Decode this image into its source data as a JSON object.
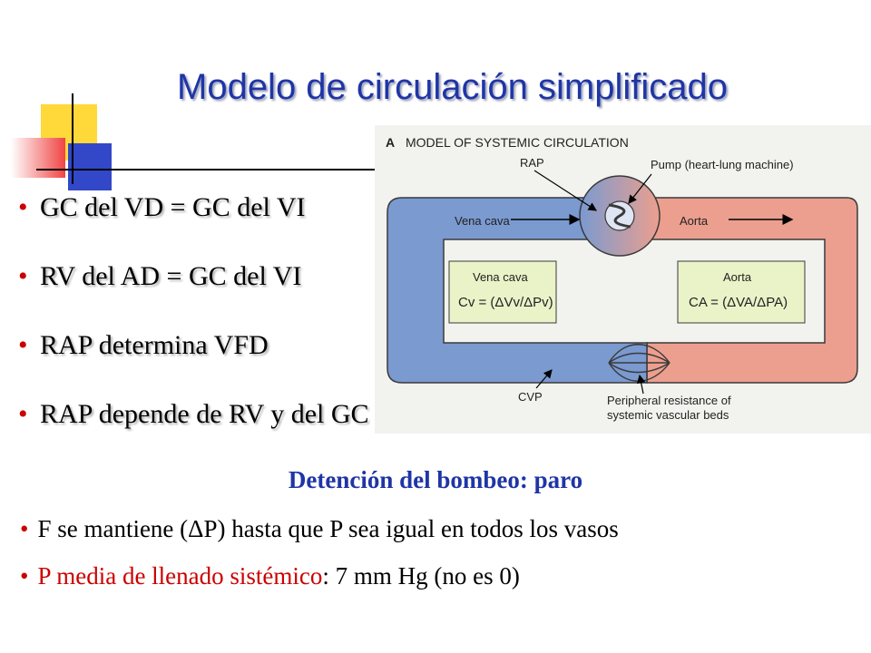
{
  "slide": {
    "title": "Modelo de circulación simplificado",
    "bullets": [
      "GC del VD = GC del VI",
      "RV del AD = GC del VI",
      "RAP determina VFD",
      "RAP  depende de RV y del GC"
    ],
    "subheading": "Detención del bombeo: paro",
    "line1": "F se mantiene (ΔP) hasta que P sea igual en todos los vasos",
    "line2_red": "P media de llenado sistémico",
    "line2_rest": ":        7 mm Hg (no es 0)",
    "bullet_color": "#cc0000",
    "title_color": "#1f35a6"
  },
  "figure": {
    "panel_letter": "A",
    "title": "MODEL OF SYSTEMIC CIRCULATION",
    "label_rap": "RAP",
    "label_pump": "Pump (heart-lung machine)",
    "label_vena_cava": "Vena cava",
    "label_aorta": "Aorta",
    "box_left_title": "Vena cava",
    "box_left_formula": "Cv = (ΔVv/ΔPv)",
    "box_right_title": "Aorta",
    "box_right_formula": "CA = (ΔVA/ΔPA)",
    "label_cvp": "CVP",
    "label_resistance_1": "Peripheral resistance of",
    "label_resistance_2": "systemic vascular beds",
    "colors": {
      "venous": "#7a9ad0",
      "arterial": "#ec9f8e",
      "box": "#eaf2c8"
    }
  }
}
